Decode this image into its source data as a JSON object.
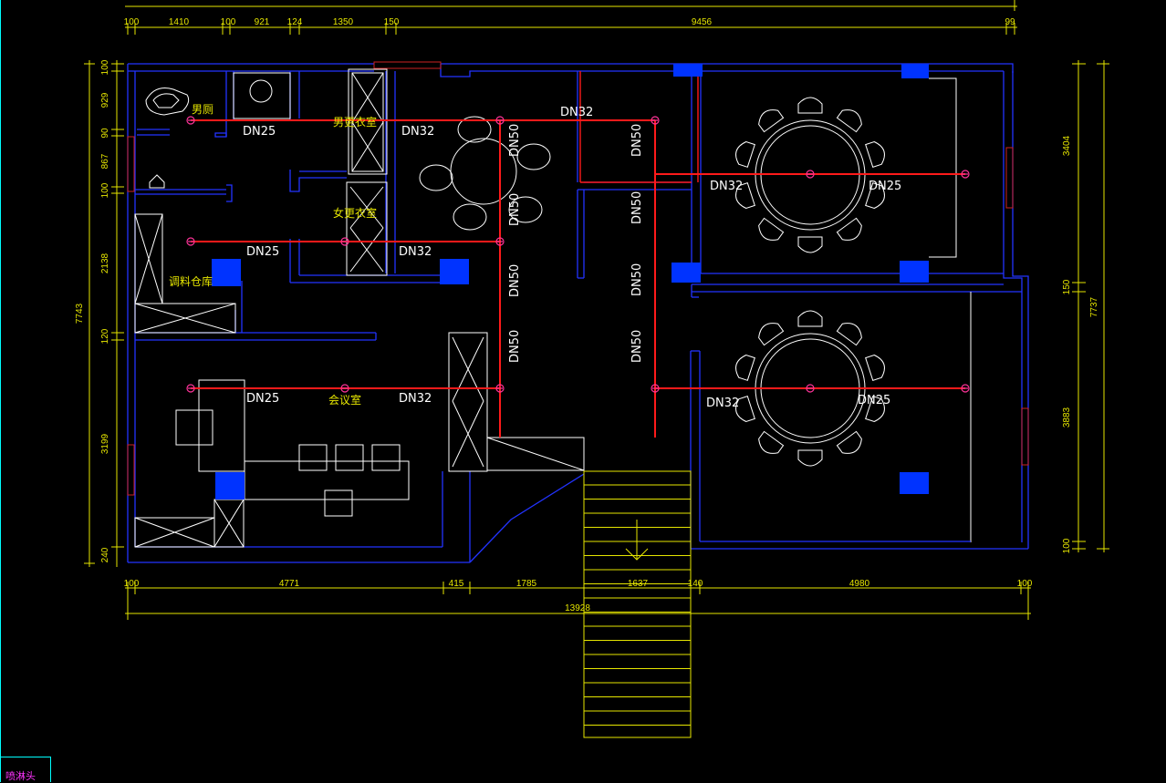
{
  "rooms": {
    "mens_toilet": "男厕",
    "mens_locker": "男更衣室",
    "womens_locker": "女更衣室",
    "storage": "调料仓库",
    "meeting": "会议室"
  },
  "pipes": {
    "dn25": "DN25",
    "dn32": "DN32",
    "dn50": "DN50"
  },
  "dims_top": [
    "100",
    "1410",
    "100",
    "921",
    "124",
    "1350",
    "150",
    "9456",
    "99"
  ],
  "dims_bottom": [
    "100",
    "4771",
    "415",
    "1785",
    "1637",
    "140",
    "4980",
    "100"
  ],
  "dim_total_bottom": "13928",
  "dims_left": [
    "100",
    "929",
    "90",
    "867",
    "100",
    "2138",
    "120",
    "3199",
    "240"
  ],
  "dim_total_left": "7743",
  "dims_right": [
    "3404",
    "150",
    "3883",
    "100"
  ],
  "dim_total_right": "7737",
  "layer_tag": "喷淋头",
  "colors": {
    "wall": "#2233ff",
    "pipe": "#ff1a1a",
    "dimension": "#e6e600",
    "furniture": "#ffffff",
    "column": "#0033ff",
    "window": "#cc2222",
    "sprinkler": "#ff3399"
  }
}
